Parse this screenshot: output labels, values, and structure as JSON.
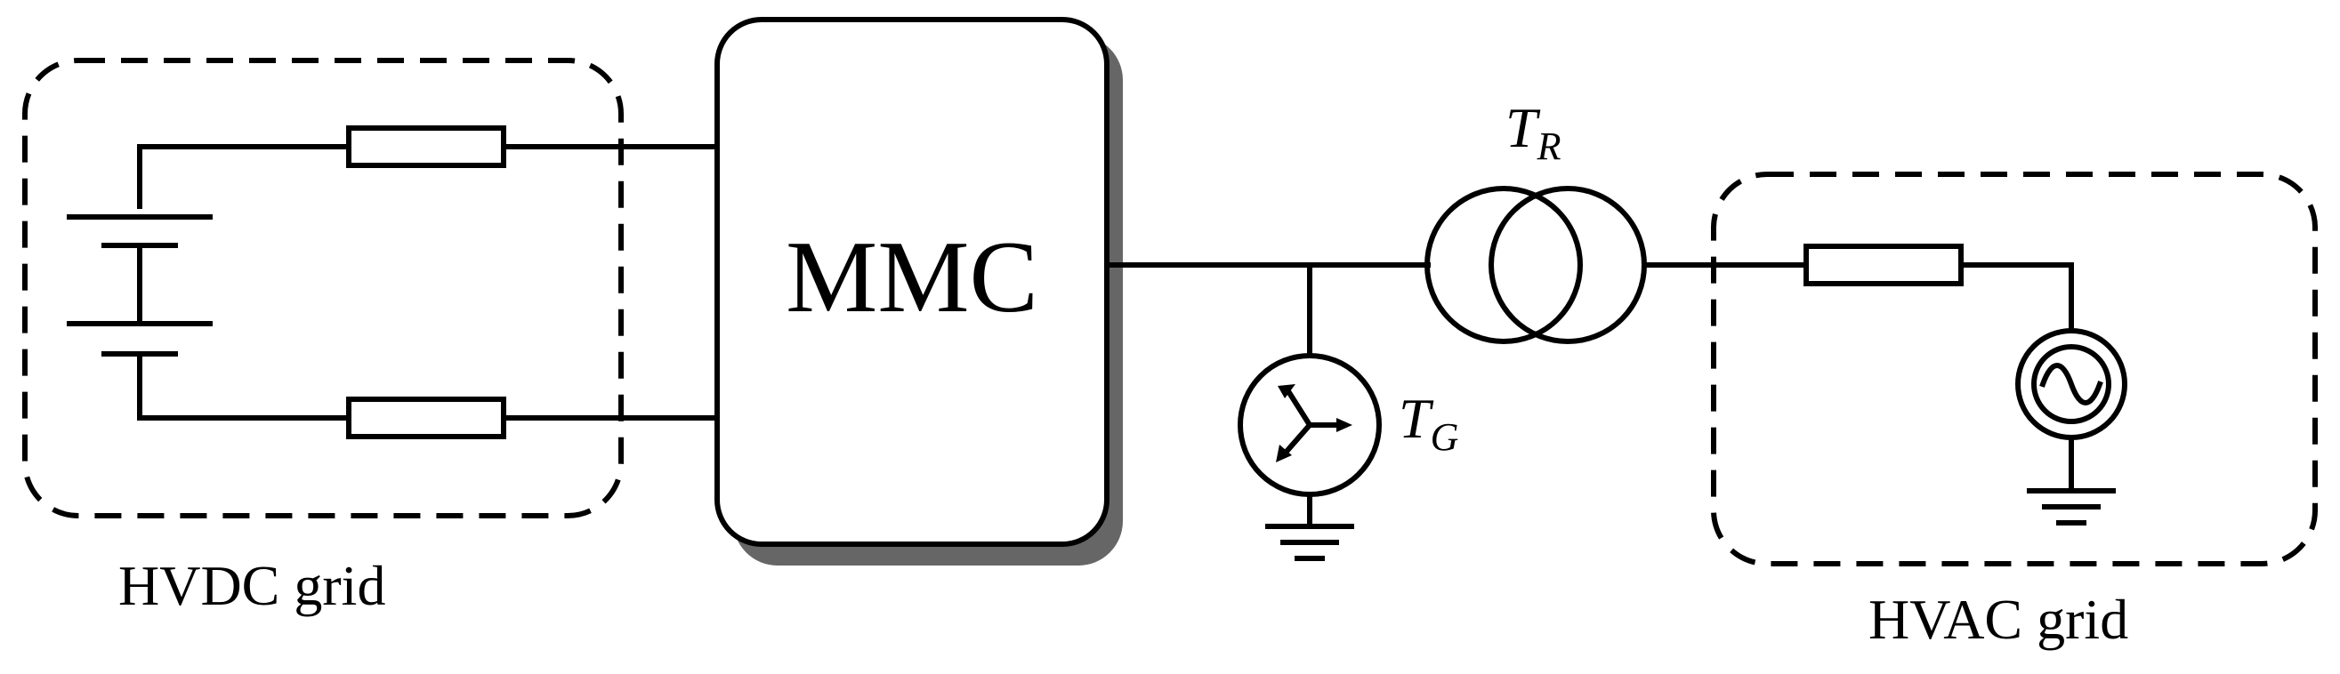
{
  "mmc": {
    "label": "MMC"
  },
  "hvdc": {
    "label": "HVDC grid"
  },
  "hvac": {
    "label": "HVAC grid"
  },
  "transformer": {
    "symbol": "T",
    "subscript": "R"
  },
  "grounding_transformer": {
    "symbol": "T",
    "subscript": "G"
  },
  "colors": {
    "line": "#000000",
    "shadow": "#666666",
    "background": "#ffffff"
  }
}
